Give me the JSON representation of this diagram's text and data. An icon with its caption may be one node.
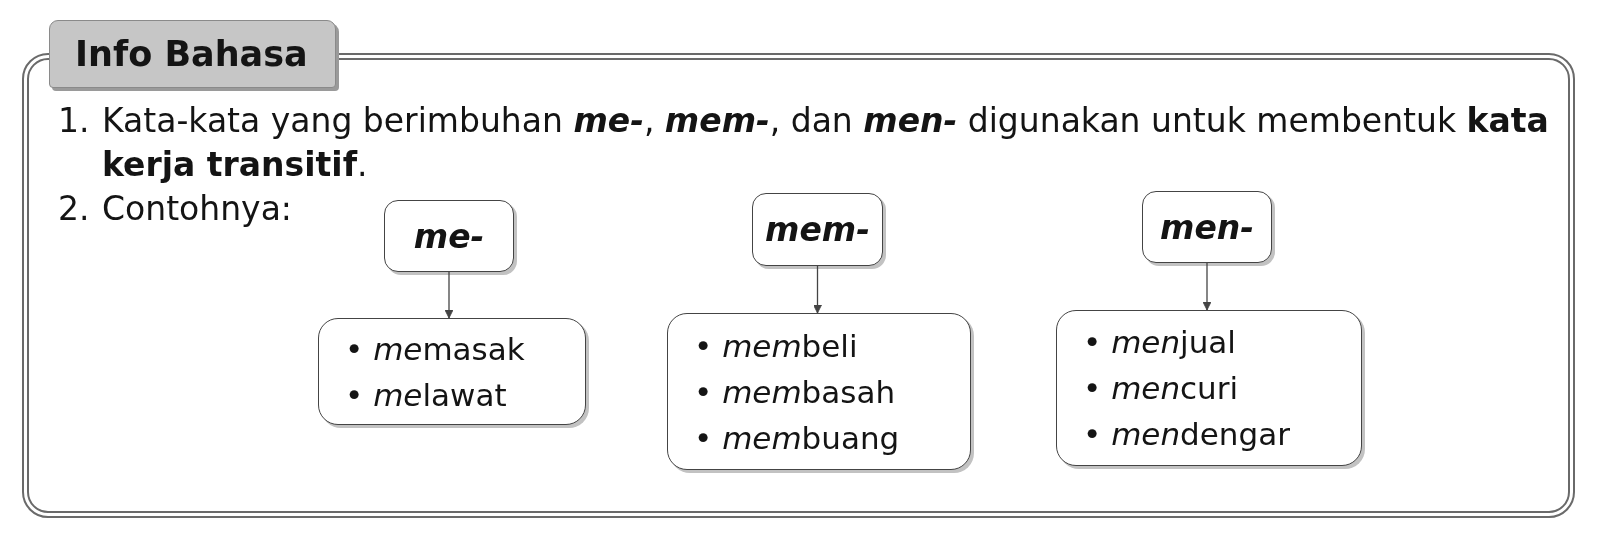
{
  "diagram": {
    "nodes": [
      {
        "text": [
          "Info Bahasa"
        ]
      },
      {
        "text": [
          "me-"
        ],
        "in": 0
      },
      {
        "text": [
          "• memasak",
          "• melawat"
        ],
        "in": 0
      },
      {
        "text": [
          "mem-"
        ],
        "in": 0
      },
      {
        "text": [
          "• membeli",
          "• membasah",
          "• membuang"
        ],
        "in": 0
      },
      {
        "text": [
          "men-"
        ],
        "in": 0
      },
      {
        "text": [
          "• menjual",
          "• mencuri",
          "• mendengar"
        ],
        "in": 0
      }
    ],
    "edges": [
      {
        "from": 1,
        "to": 2,
        "arrow": "to"
      },
      {
        "from": 3,
        "to": 4,
        "arrow": "to"
      },
      {
        "from": 5,
        "to": 6,
        "arrow": "to"
      }
    ],
    "labels": [
      "1. Kata-kata yang berimbuhan *me-*, *mem-*, dan *men-* digunakan untuk membentuk **kata kerja transitif**.",
      "2. Contohnya:"
    ]
  }
}
